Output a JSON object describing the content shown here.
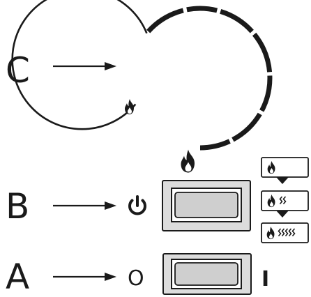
{
  "labels": {
    "c": "C",
    "b": "B",
    "a": "A"
  },
  "switch_a": {
    "off_symbol": "O",
    "on_symbol": "I"
  },
  "icons": {
    "power": "power-icon",
    "flame_small": "flame-icon",
    "flame_large": "flame-icon",
    "mode_flame_only": "flame-icon",
    "mode_flame_low_heat": "flame-heat-low-icon",
    "mode_flame_high_heat": "flame-heat-high-icon",
    "arrow": "arrow-right-icon",
    "mode_arrow": "arrow-down-icon"
  },
  "colors": {
    "ink": "#1a1a1a",
    "panel_gray": "#dcdcdc",
    "button_gray": "#cfcfcf"
  },
  "dial": {
    "segment_count": 7
  }
}
